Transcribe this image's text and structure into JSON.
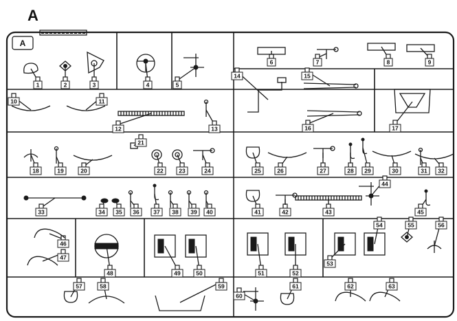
{
  "sheet": {
    "title": "A",
    "frame_label": "A"
  },
  "parts": [
    {
      "n": "1",
      "shape": "knob"
    },
    {
      "n": "2",
      "shape": "clip"
    },
    {
      "n": "3",
      "shape": "bracket"
    },
    {
      "n": "4",
      "shape": "wheel"
    },
    {
      "n": "5",
      "shape": "lever"
    },
    {
      "n": "6",
      "shape": "plate"
    },
    {
      "n": "7",
      "shape": "tee"
    },
    {
      "n": "8",
      "shape": "plate"
    },
    {
      "n": "9",
      "shape": "plate"
    },
    {
      "n": "10",
      "shape": "rod"
    },
    {
      "n": "11",
      "shape": "rod"
    },
    {
      "n": "12",
      "shape": "spring"
    },
    {
      "n": "13",
      "shape": "pin"
    },
    {
      "n": "14",
      "shape": "crank"
    },
    {
      "n": "15",
      "shape": "arm"
    },
    {
      "n": "16",
      "shape": "arm"
    },
    {
      "n": "17",
      "shape": "frame"
    },
    {
      "n": "18",
      "shape": "prop"
    },
    {
      "n": "19",
      "shape": "pin"
    },
    {
      "n": "20",
      "shape": "rod"
    },
    {
      "n": "21",
      "shape": "cap"
    },
    {
      "n": "22",
      "shape": "disc"
    },
    {
      "n": "23",
      "shape": "disc"
    },
    {
      "n": "24",
      "shape": "tee"
    },
    {
      "n": "25",
      "shape": "cup"
    },
    {
      "n": "26",
      "shape": "rod"
    },
    {
      "n": "27",
      "shape": "tee"
    },
    {
      "n": "28",
      "shape": "hook"
    },
    {
      "n": "29",
      "shape": "hook"
    },
    {
      "n": "30",
      "shape": "rod"
    },
    {
      "n": "31",
      "shape": "pin"
    },
    {
      "n": "32",
      "shape": "rod"
    },
    {
      "n": "33",
      "shape": "axle"
    },
    {
      "n": "34",
      "shape": "nut"
    },
    {
      "n": "35",
      "shape": "nut"
    },
    {
      "n": "36",
      "shape": "pin"
    },
    {
      "n": "37",
      "shape": "hook"
    },
    {
      "n": "38",
      "shape": "pin"
    },
    {
      "n": "39",
      "shape": "pin"
    },
    {
      "n": "40",
      "shape": "pin"
    },
    {
      "n": "41",
      "shape": "cup"
    },
    {
      "n": "42",
      "shape": "tee"
    },
    {
      "n": "43",
      "shape": "spring"
    },
    {
      "n": "44",
      "shape": "lever"
    },
    {
      "n": "45",
      "shape": "hook"
    },
    {
      "n": "46",
      "shape": "pipe"
    },
    {
      "n": "47",
      "shape": "pipe"
    },
    {
      "n": "48",
      "shape": "housing"
    },
    {
      "n": "49",
      "shape": "block"
    },
    {
      "n": "50",
      "shape": "block"
    },
    {
      "n": "51",
      "shape": "block"
    },
    {
      "n": "52",
      "shape": "block"
    },
    {
      "n": "53",
      "shape": "block"
    },
    {
      "n": "54",
      "shape": "block"
    },
    {
      "n": "55",
      "shape": "clip"
    },
    {
      "n": "56",
      "shape": "prop"
    },
    {
      "n": "57",
      "shape": "cup"
    },
    {
      "n": "58",
      "shape": "leaf"
    },
    {
      "n": "59",
      "shape": "tray"
    },
    {
      "n": "60",
      "shape": "lever"
    },
    {
      "n": "61",
      "shape": "cup"
    },
    {
      "n": "62",
      "shape": "pipe"
    },
    {
      "n": "63",
      "shape": "pipe"
    }
  ]
}
